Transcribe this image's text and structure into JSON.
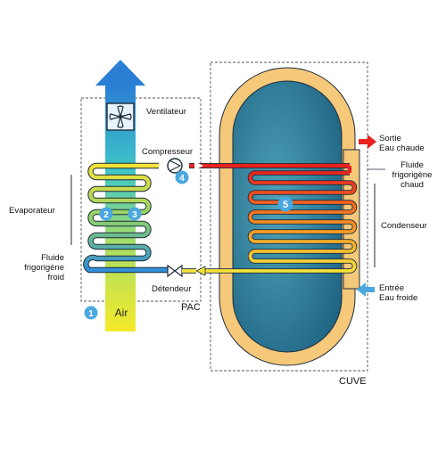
{
  "labels": {
    "ventilateur": "Ventilateur",
    "compresseur": "Compresseur",
    "evaporateur": "Evaporateur",
    "fluide_froid": [
      "Fluide",
      "frigorigène",
      "froid"
    ],
    "detendeur": "Détendeur",
    "pac": "PAC",
    "air": "Air",
    "sortie": [
      "Sortie",
      "Eau chaude"
    ],
    "fluide_chaud": [
      "Fluide",
      "frigorigène",
      "chaud"
    ],
    "condenseur": "Condenseur",
    "entree": [
      "Entrée",
      "Eau froide"
    ],
    "cuve": "CUVE"
  },
  "markers": [
    "1",
    "2",
    "3",
    "4",
    "5"
  ],
  "colors": {
    "coil_blue": "#2f8fd8",
    "coil_yellow": "#f5e23a",
    "hot_red": "#e8231f",
    "tank_shell": "#f5c87a",
    "tank_core": "#2f7f9e",
    "marker": "#4aa8e0"
  }
}
